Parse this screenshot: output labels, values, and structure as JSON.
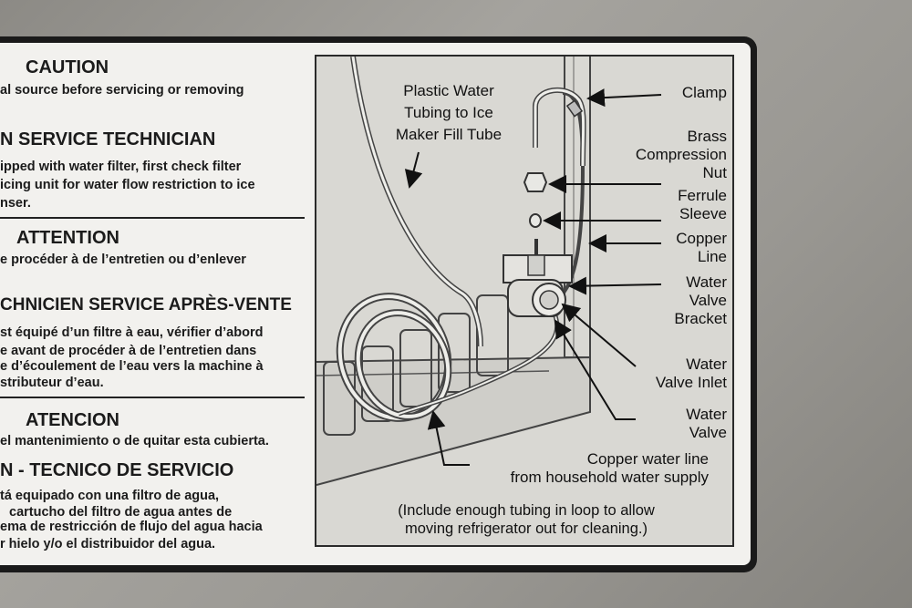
{
  "colors": {
    "surface": "#9a9893",
    "label": "#f2f1ee",
    "border": "#1a1a1a",
    "diagram": "#d9d8d3"
  },
  "left_panel": {
    "caution_title": "CAUTION",
    "caution_line1": "al source before servicing or removing",
    "tech_title": "N SERVICE TECHNICIAN",
    "tech_line1": "ipped with water filter, first check filter",
    "tech_line2": "icing unit for water flow restriction to ice",
    "tech_line3": "nser.",
    "attention_title": "ATTENTION",
    "attention_line1": "e procéder à de l’entretien ou d’enlever",
    "technicien_title": "CHNICIEN SERVICE APRÈS-VENTE",
    "technicien_line1": "st équipé d’un filtre à eau, vérifier d’abord",
    "technicien_line2": "e avant de procéder à de l’entretien dans",
    "technicien_line3": "e d’écoulement de l’eau vers la machine à",
    "technicien_line4": "stributeur d’eau.",
    "atencion_title": "ATENCION",
    "atencion_line1": "el mantenimiento o de quitar esta cubierta.",
    "tecnico_title": "N - TECNICO DE SERVICIO",
    "tecnico_line1": "tá equipado con una filtro de agua,",
    "tecnico_line2": "cartucho del filtro de agua antes de",
    "tecnico_line3": "ema de restricción de flujo del agua hacia",
    "tecnico_line4": "r hielo y/o el distribuidor del agua."
  },
  "diagram": {
    "tubing_line1": "Plastic Water",
    "tubing_line2": "Tubing to Ice",
    "tubing_line3": "Maker Fill Tube",
    "clamp": "Clamp",
    "brass_line1": "Brass",
    "brass_line2": "Compression",
    "brass_line3": "Nut",
    "ferrule_line1": "Ferrule",
    "ferrule_line2": "Sleeve",
    "copper_line1": "Copper",
    "copper_line2": "Line",
    "bracket_line1": "Water",
    "bracket_line2": "Valve",
    "bracket_line3": "Bracket",
    "inlet_line1": "Water",
    "inlet_line2": "Valve Inlet",
    "valve_line1": "Water",
    "valve_line2": "Valve",
    "supply_line1": "Copper water line",
    "supply_line2": "from household water supply",
    "note_line1": "(Include enough tubing in loop to allow",
    "note_line2": "moving refrigerator out for cleaning.)"
  }
}
